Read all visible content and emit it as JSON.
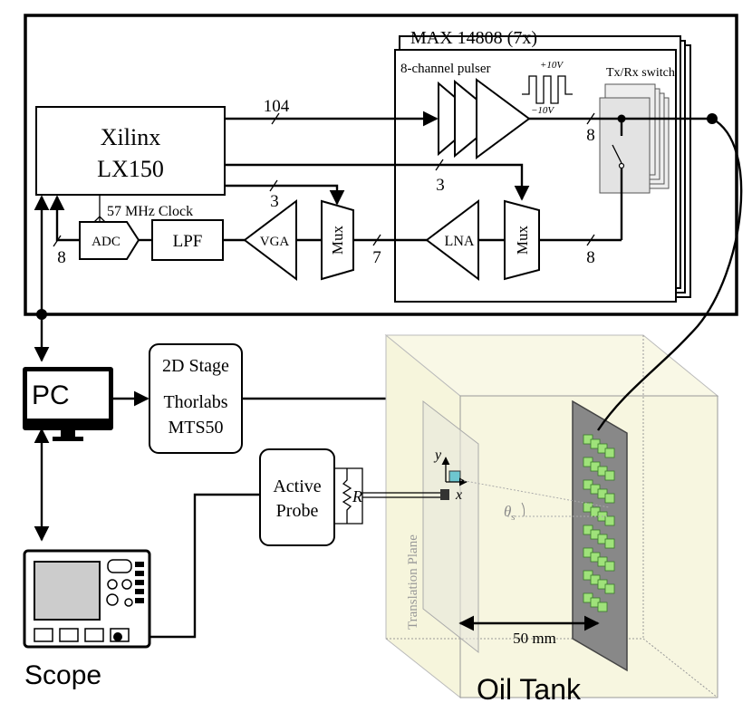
{
  "fpga": {
    "label_line1": "Xilinx",
    "label_line2": "LX150"
  },
  "max_chip": {
    "title": "MAX 14808 (7x)",
    "pulser_label": "8-channel pulser",
    "switch_label": "Tx/Rx switch",
    "v_pos": "+10V",
    "v_neg": "−10V"
  },
  "signals": {
    "bus_104": "104",
    "bus_3a": "3",
    "bus_3b": "3",
    "bus_8_tx": "8",
    "bus_8_rx": "8",
    "bus_8_adc": "8",
    "bus_7": "7",
    "clock": "57 MHz Clock"
  },
  "blocks": {
    "adc": "ADC",
    "lpf": "LPF",
    "vga": "VGA",
    "mux1": "Mux",
    "mux2": "Mux",
    "lna": "LNA"
  },
  "pc": {
    "label": "PC"
  },
  "stage": {
    "title": "2D Stage",
    "line1": "Thorlabs",
    "line2": "MTS50"
  },
  "probe": {
    "line1": "Active",
    "line2": "Probe",
    "resistor": "R"
  },
  "scope": {
    "label": "Scope"
  },
  "tank": {
    "label": "Oil Tank",
    "plane_label": "Translation Plane",
    "distance": "50 mm",
    "angle": "θ",
    "angle_sub": "s",
    "axis_x": "x",
    "axis_y": "y"
  }
}
